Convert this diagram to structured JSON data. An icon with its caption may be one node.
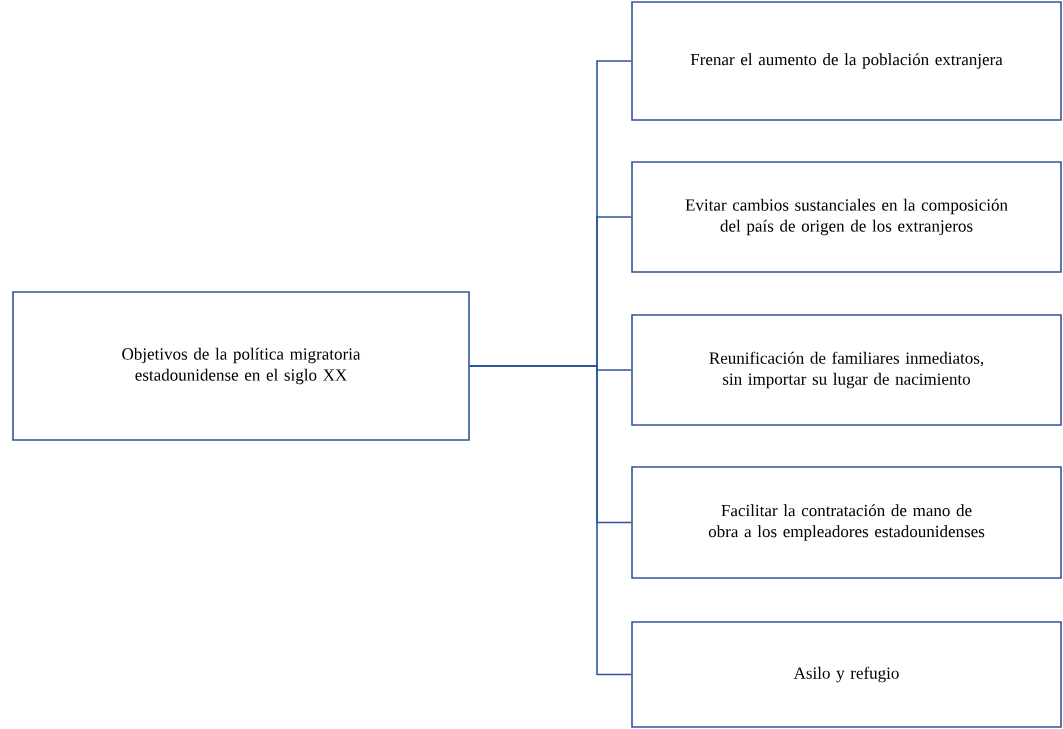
{
  "diagram": {
    "nodes": [
      {
        "text": [
          "Objetivos de la política migratoria estadounidense en el siglo XX"
        ]
      },
      {
        "text": [
          "Frenar el aumento de la población extranjera"
        ]
      },
      {
        "text": [
          "Evitar cambios sustanciales en la composición del país de origen de los extranjeros"
        ]
      },
      {
        "text": [
          "Reunificación de familiares inmediatos, sin importar su lugar de nacimiento"
        ]
      },
      {
        "text": [
          "Facilitar la contratación de mano de obra a los empleadores estadounidenses"
        ]
      },
      {
        "text": [
          "Asilo y refugio"
        ]
      }
    ],
    "edges": [
      {
        "from": 0,
        "to": 1,
        "arrow": "none"
      },
      {
        "from": 0,
        "to": 2,
        "arrow": "none"
      },
      {
        "from": 0,
        "to": 3,
        "arrow": "none"
      },
      {
        "from": 0,
        "to": 4,
        "arrow": "none"
      },
      {
        "from": 0,
        "to": 5,
        "arrow": "none"
      }
    ]
  }
}
